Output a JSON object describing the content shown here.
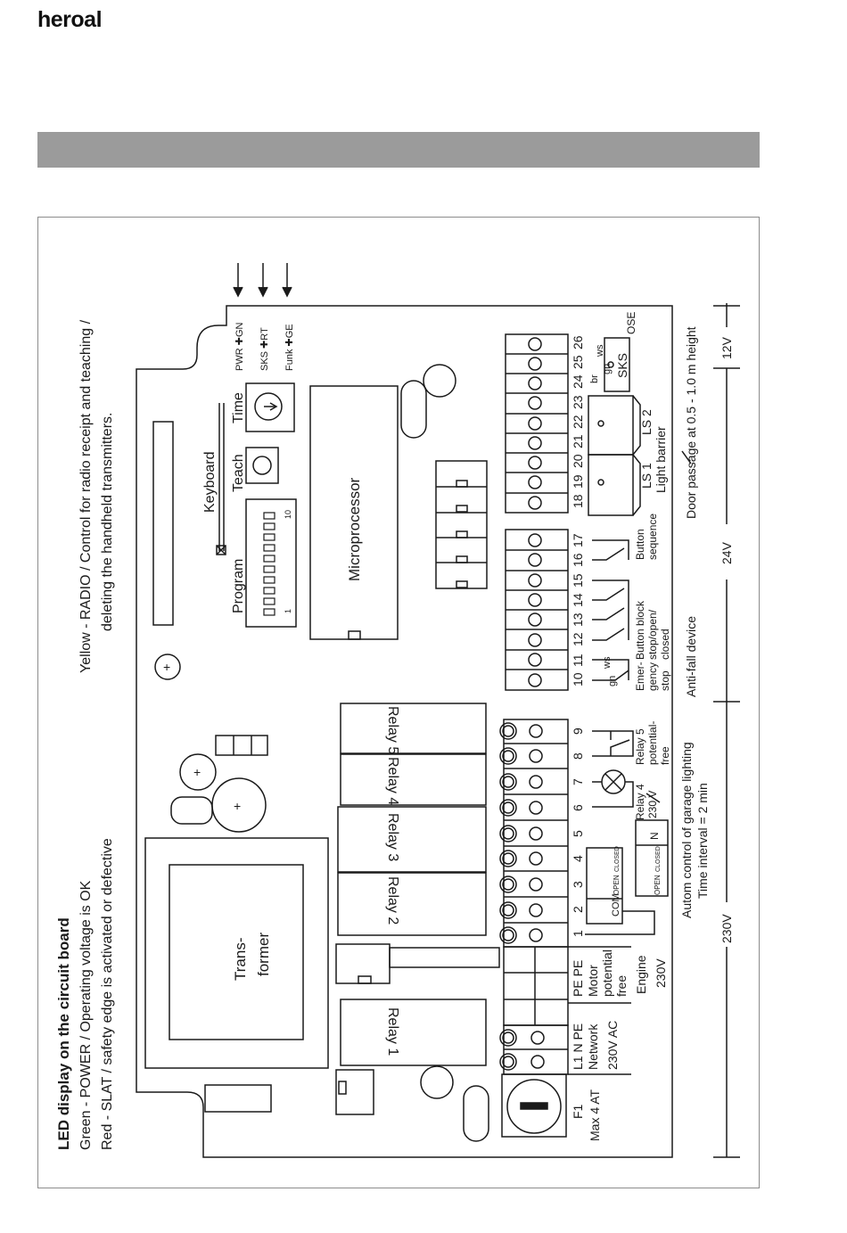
{
  "brand": {
    "logo": "heroal"
  },
  "led": {
    "heading": "LED display on the circuit board",
    "green": "Green - POWER / Operating voltage is OK",
    "red": "Red - SLAT / safety edge is activated or defective",
    "yellow1": "Yellow - RADIO / Control for radio receipt and teaching /",
    "yellow2": "deleting the handheld transmitters."
  },
  "board": {
    "keyboard": "Keyboard",
    "program": "Program",
    "teach": "Teach",
    "time": "Time",
    "dip_1": "1",
    "dip_10": "10",
    "microprocessor": "Microprocessor",
    "transformer1": "Trans-",
    "transformer2": "former",
    "relays": [
      "Relay 1",
      "Relay 2",
      "Relay 3",
      "Relay 4",
      "Relay 5"
    ],
    "leds": [
      {
        "label": "PWR",
        "code": "GN"
      },
      {
        "label": "SKS",
        "code": "RT"
      },
      {
        "label": "Funk",
        "code": "GE"
      }
    ],
    "plus": "+"
  },
  "terminals": {
    "left_group": "L1  N  PE",
    "network": "Network",
    "network_v": "230V AC",
    "motor_group": "PE PE",
    "motor1": "Motor",
    "motor2": "potential",
    "motor3": "free",
    "engine1": "Engine",
    "engine2": "230V",
    "f1": "F1",
    "f1_rating": "Max 4 AT",
    "numbers": [
      "1",
      "2",
      "3",
      "4",
      "5",
      "6",
      "7",
      "8",
      "9",
      "10",
      "11",
      "12",
      "13",
      "14",
      "15",
      "16",
      "17",
      "18",
      "19",
      "20",
      "21",
      "22",
      "23",
      "24",
      "25",
      "26"
    ],
    "com": "COM",
    "open": "OPEN",
    "closed": "CLOSED",
    "n": "N"
  },
  "labels": {
    "relay4_1": "Relay 4",
    "relay4_2": "230 V",
    "relay5_1": "Relay 5",
    "relay5_2": "potential-",
    "relay5_3": "free",
    "emergency1": "Emer-",
    "emergency2": "gency",
    "emergency3": "stop",
    "block1": "Button block",
    "block2": "stop/open/",
    "block3": "closed",
    "sequence1": "Button",
    "sequence2": "sequence",
    "ls1": "LS 1",
    "ls2": "LS 2",
    "light_barrier": "Light barrier",
    "sks": "SKS",
    "ose": "OSE",
    "ws": "ws",
    "gn": "gn",
    "br": "br",
    "autom1": "Autom control of garage lighting",
    "autom2": "Time interval = 2 min",
    "anti_fall": "Anti-fall device",
    "door_passage": "Door passage at 0.5 - 1.0 m height",
    "v230": "230V",
    "v24": "24V",
    "v12": "12V"
  }
}
